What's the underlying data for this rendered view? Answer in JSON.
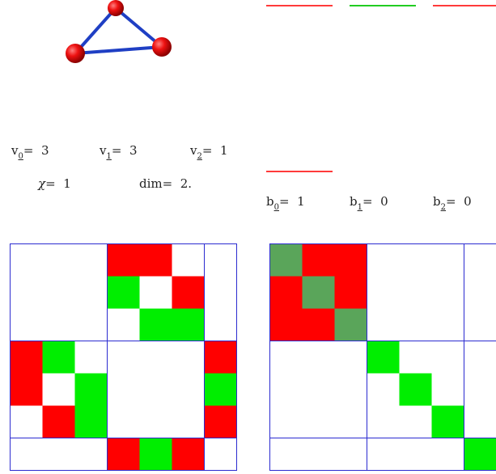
{
  "graph": {
    "vertex_count": 3,
    "edges": [
      [
        0,
        1
      ],
      [
        1,
        2
      ],
      [
        2,
        0
      ]
    ],
    "vertex_color": "#e51a1a",
    "edge_color": "#1f3fc4"
  },
  "stats": {
    "v0": {
      "label": "v",
      "index": "0",
      "eq": "=",
      "value": "3"
    },
    "v1": {
      "label": "v",
      "index": "1",
      "eq": "=",
      "value": "3"
    },
    "v2": {
      "label": "v",
      "index": "2",
      "eq": "=",
      "value": "1"
    },
    "chi": {
      "label": "χ",
      "eq": "=",
      "value": "1"
    },
    "dim": {
      "label": "dim",
      "eq": "=",
      "value": "2."
    }
  },
  "betti": {
    "b0": {
      "label": "b",
      "index": "0",
      "eq": "=",
      "value": "1"
    },
    "b1": {
      "label": "b",
      "index": "1",
      "eq": "=",
      "value": "0"
    },
    "b2": {
      "label": "b",
      "index": "2",
      "eq": "=",
      "value": "0"
    }
  },
  "barcode": {
    "dim0_colors": [
      "#ff3b3b",
      "#22cc22",
      "#ff3b3b"
    ],
    "dim1_colors": [
      "#ff3b3b"
    ]
  },
  "colors": {
    "red": "#ff0000",
    "green": "#00ee00",
    "dark_green": "#5aa55a",
    "grid_blue": "#2b2bd0"
  },
  "matrix_left": {
    "size": 7,
    "blocks": [
      3,
      3,
      1
    ],
    "cells": [
      [
        0,
        3,
        "red"
      ],
      [
        0,
        4,
        "red"
      ],
      [
        1,
        3,
        "green"
      ],
      [
        1,
        5,
        "red"
      ],
      [
        2,
        4,
        "green"
      ],
      [
        2,
        5,
        "green"
      ],
      [
        3,
        0,
        "red"
      ],
      [
        3,
        1,
        "green"
      ],
      [
        3,
        6,
        "red"
      ],
      [
        4,
        0,
        "red"
      ],
      [
        4,
        2,
        "green"
      ],
      [
        4,
        6,
        "green"
      ],
      [
        5,
        1,
        "red"
      ],
      [
        5,
        2,
        "green"
      ],
      [
        5,
        6,
        "red"
      ],
      [
        6,
        3,
        "red"
      ],
      [
        6,
        4,
        "green"
      ],
      [
        6,
        5,
        "red"
      ]
    ]
  },
  "matrix_right": {
    "size": 7,
    "blocks": [
      3,
      3,
      1
    ],
    "cells": [
      [
        0,
        0,
        "dark_green"
      ],
      [
        0,
        1,
        "red"
      ],
      [
        0,
        2,
        "red"
      ],
      [
        1,
        0,
        "red"
      ],
      [
        1,
        1,
        "dark_green"
      ],
      [
        1,
        2,
        "red"
      ],
      [
        2,
        0,
        "red"
      ],
      [
        2,
        1,
        "red"
      ],
      [
        2,
        2,
        "dark_green"
      ],
      [
        3,
        3,
        "green"
      ],
      [
        4,
        4,
        "green"
      ],
      [
        5,
        5,
        "green"
      ],
      [
        6,
        6,
        "green"
      ]
    ]
  }
}
